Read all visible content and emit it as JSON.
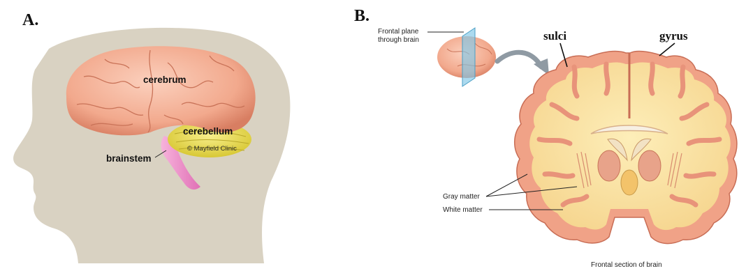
{
  "panels": {
    "a": {
      "label": "A.",
      "labels": {
        "cerebrum": "cerebrum",
        "cerebellum": "cerebellum",
        "brainstem": "brainstem",
        "copyright": "© Mayfield Clinic"
      }
    },
    "b": {
      "label": "B.",
      "labels": {
        "frontal_plane_line1": "Frontal plane",
        "frontal_plane_line2": "through brain",
        "sulci": "sulci",
        "gyrus": "gyrus",
        "gray_matter": "Gray matter",
        "white_matter": "White matter",
        "caption": "Frontal section of brain"
      }
    }
  },
  "colors": {
    "head_silhouette": "#d9d2c2",
    "cerebrum": "#f2a98d",
    "cerebellum": "#e9dc4a",
    "brainstem": "#ef8fc8",
    "gray_matter": "#f0a287",
    "white_matter": "#fbe4a6",
    "plane": "#7fc6e6"
  }
}
